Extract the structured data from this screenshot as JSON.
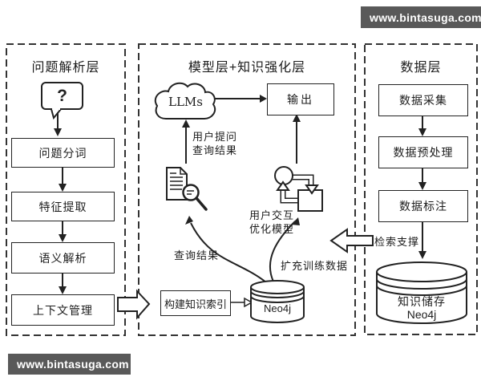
{
  "watermark": {
    "text": "www.bintasuga.com"
  },
  "layers": {
    "left": {
      "title": "问题解析层",
      "question_mark": "?",
      "user_question_label": "用户提问",
      "boxes": [
        "问题分词",
        "特征提取",
        "语义解析",
        "上下文管理"
      ]
    },
    "middle": {
      "title": "模型层+知识强化层",
      "llm": "LLMs",
      "output": "输出",
      "query_up_line1": "用户提问",
      "query_up_line2": "查询结果",
      "interaction_line1": "用户交互",
      "interaction_line2": "优化模型",
      "query_result": "查询结果",
      "expand_training": "扩充训练数据",
      "build_index": "构建知识索引",
      "db_name": "Neo4j"
    },
    "right": {
      "title": "数据层",
      "boxes": [
        "数据采集",
        "数据预处理",
        "数据标注"
      ],
      "retrieval_support": "检索支撑",
      "storage_line1": "知识储存",
      "storage_line2": "Neo4j"
    }
  },
  "colors": {
    "line": "#222222",
    "watermark_bg": "#595959",
    "watermark_text": "#ffffff",
    "background": "#ffffff"
  }
}
